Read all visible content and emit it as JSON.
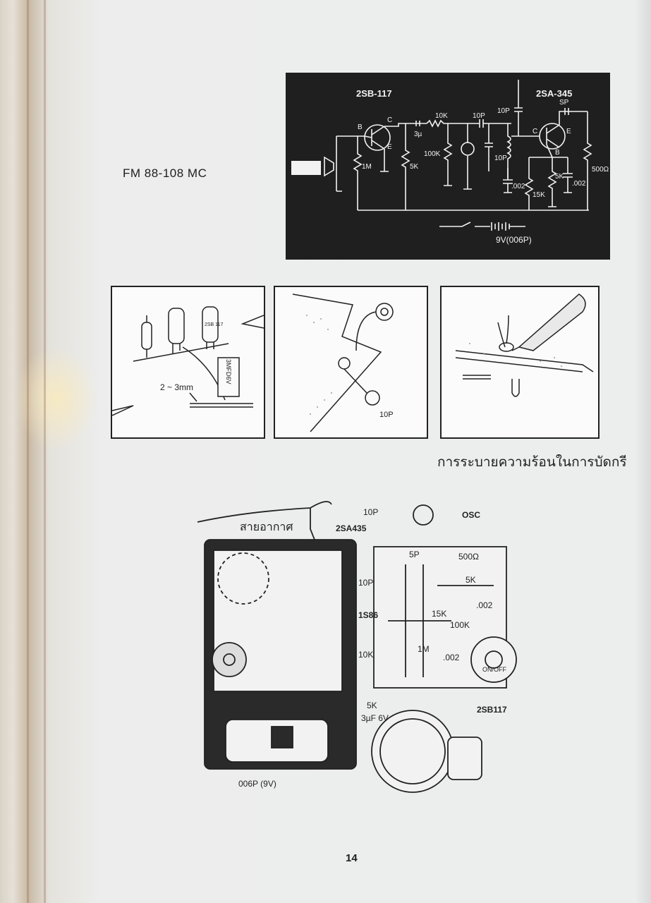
{
  "header_label": "FM 88-108 MC",
  "schematic": {
    "q1": "2SB-117",
    "q2": "2SA-345",
    "parts": [
      "10K",
      "10P",
      "10P",
      "SP",
      "3µ",
      "1M",
      "5K",
      "100K",
      "10P",
      ".002",
      "5K",
      "15K",
      ".002",
      "500Ω",
      "9V(006P)"
    ],
    "pins": {
      "b": "B",
      "c": "C",
      "e": "E"
    }
  },
  "panel1": {
    "dim_label": "2 ~ 3mm",
    "cap_label": "3MFD6V",
    "transistor_label": "2SB 117"
  },
  "panel2": {
    "label": "10P"
  },
  "caption": "การระบายความร้อนในการบัดกรี",
  "assembly": {
    "antenna": "สายอากาศ",
    "battery": "006P (9V)",
    "labels": {
      "osc": "OSC",
      "p10a": "10P",
      "q2": "2SA435",
      "p5": "5P",
      "r500": "500Ω",
      "p10b": "10P",
      "r5a": "5K",
      "c002a": ".002",
      "diode": "1S86",
      "r15": "15K",
      "r100": "100K",
      "r10": "10K",
      "r1m": "1M",
      "c002b": ".002",
      "onoff": "ON/OFF",
      "r5b": "5K",
      "cap": "3µF 6V",
      "q1": "2SB117"
    }
  },
  "page_number": "14"
}
